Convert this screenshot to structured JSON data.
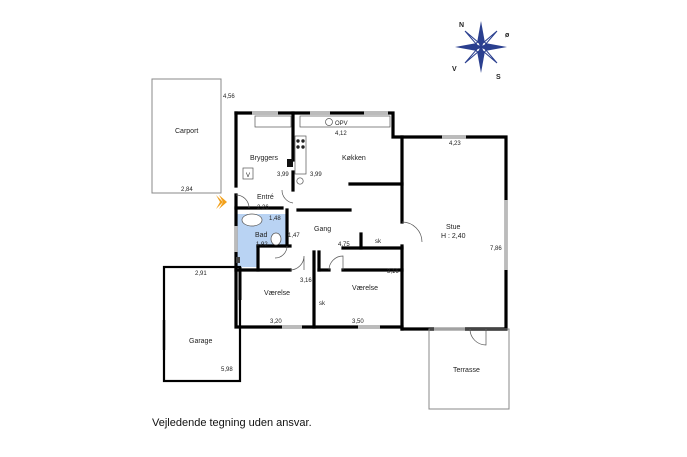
{
  "compass": {
    "n": "N",
    "o": "ø",
    "v": "V",
    "s": "S"
  },
  "labels": {
    "carport": "Carport",
    "carport_w": "4,56",
    "carport_d": "2,84",
    "bryggers": "Bryggers",
    "bryggers_d": "3,99",
    "v": "V",
    "koekken": "Køkken",
    "koekken_w": "4,12",
    "koekken_d": "3,99",
    "opv": "OPV",
    "entre": "Entré",
    "entre_d": "2,26",
    "bad": "Bad",
    "bad_w": "1,48",
    "bad_d": "1,47",
    "bad_h": "1,92",
    "gang": "Gang",
    "gang_w": "4,75",
    "sk1": "sk",
    "sk2": "sk",
    "stue": "Stue",
    "stue_h": "H : 2,40",
    "stue_w": "4,23",
    "stue_d": "7,86",
    "vaer1": "Værelse",
    "vaer1_w": "3,20",
    "vaer1_d": "3,16",
    "vaer2": "Værelse",
    "vaer2_w": "3,50",
    "vaer2_d": "3,16",
    "garage": "Garage",
    "garage_w": "2,91",
    "garage_d": "5,98",
    "terrasse": "Terrasse"
  },
  "caption": "Vejledende tegning uden ansvar.",
  "colors": {
    "bath": "#b9d3f3",
    "entrance_arrow": "#f2a01a",
    "compass_blue": "#2a3f8f"
  }
}
